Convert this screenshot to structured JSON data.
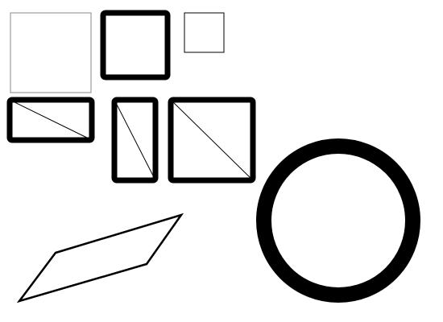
{
  "colors": {
    "background": "#ffffff",
    "stroke_dark": "#000000",
    "stroke_gray": "#888888"
  },
  "shapes": [
    {
      "id": "square-thin-gray",
      "type": "rectangle",
      "stroke": "gray",
      "weight": "thin",
      "diagonal": false
    },
    {
      "id": "square-thick",
      "type": "rectangle",
      "stroke": "dark",
      "weight": "thick",
      "diagonal": false
    },
    {
      "id": "square-small",
      "type": "rectangle",
      "stroke": "dark",
      "weight": "hairline",
      "diagonal": false
    },
    {
      "id": "rect-wide-diagonal",
      "type": "rectangle",
      "stroke": "dark",
      "weight": "thick",
      "diagonal": true
    },
    {
      "id": "rect-tall-diagonal",
      "type": "rectangle",
      "stroke": "dark",
      "weight": "thick",
      "diagonal": true
    },
    {
      "id": "square-diagonal",
      "type": "rectangle",
      "stroke": "dark",
      "weight": "thick",
      "diagonal": true
    },
    {
      "id": "parallelogram",
      "type": "polygon",
      "stroke": "dark",
      "weight": "medium"
    },
    {
      "id": "ring",
      "type": "circle",
      "stroke": "dark",
      "weight": "heavy"
    }
  ]
}
